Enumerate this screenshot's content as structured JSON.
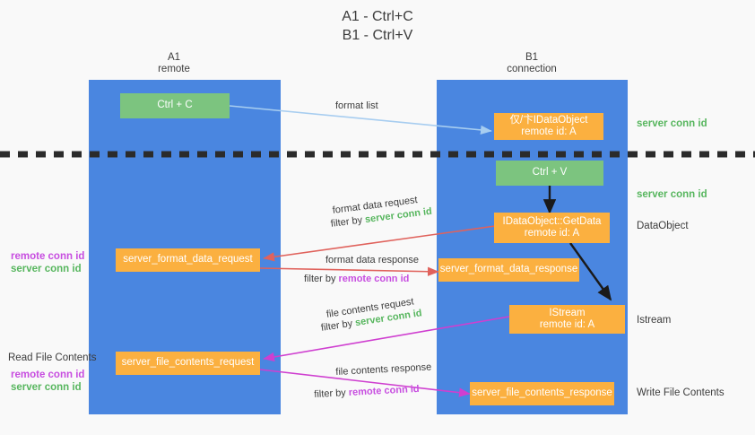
{
  "title": "A1 - Ctrl+C\nB1 - Ctrl+V",
  "lanes": [
    {
      "name": "A1",
      "sub": "remote",
      "header": "A1\nremote"
    },
    {
      "name": "B1",
      "sub": "connection",
      "header": "B1\nconnection"
    }
  ],
  "nodes": {
    "ctrl_c": "Ctrl + C",
    "ctrl_v": "Ctrl + V",
    "idataobject_top": "仅/卞IDataObject\nremote id: A",
    "idataobject_getdata": "IDataObject::GetData\nremote id: A",
    "istream": "IStream\nremote id: A",
    "server_format_data_request": "server_format_data_request",
    "server_format_data_response": "server_format_data_response",
    "server_file_contents_request": "server_file_contents_request",
    "server_file_contents_response": "server_file_contents_response"
  },
  "edges": {
    "format_list": "format list",
    "format_data_request": "format data request",
    "format_data_request_filter_prefix": "filter by ",
    "format_data_request_filter_key": "server conn id",
    "format_data_response": "format data response",
    "format_data_response_filter_prefix": "filter by ",
    "format_data_response_filter_key": "remote conn id",
    "file_contents_request": "file contents request",
    "file_contents_request_filter_prefix": "filter by ",
    "file_contents_request_filter_key": "server conn id",
    "file_contents_response": "file contents response",
    "file_contents_response_filter_prefix": "filter by ",
    "file_contents_response_filter_key": "remote conn id"
  },
  "side_labels": {
    "right_server_conn_id_1": "server conn id",
    "right_server_conn_id_2": "server conn id",
    "right_dataobject": "DataObject",
    "right_istream": "Istream",
    "right_write_file_contents": "Write File Contents",
    "left_remote_conn_id_1": "remote conn id",
    "left_server_conn_id_1": "server conn id",
    "left_read_file_contents": "Read File Contents",
    "left_remote_conn_id_2": "remote conn id",
    "left_server_conn_id_2": "server conn id"
  },
  "colors": {
    "lane": "#4a86e0",
    "green_node": "#7cc47f",
    "orange_node": "#fbb040",
    "green_text": "#57b65e",
    "purple_text": "#c74de0",
    "arrow_light_blue": "#a7cdf0",
    "arrow_red": "#e0625c",
    "arrow_magenta": "#cf3fd0",
    "arrow_black": "#1a1a1a",
    "divider_dashed": "#2b2b2b",
    "background": "#f9f9f9"
  }
}
